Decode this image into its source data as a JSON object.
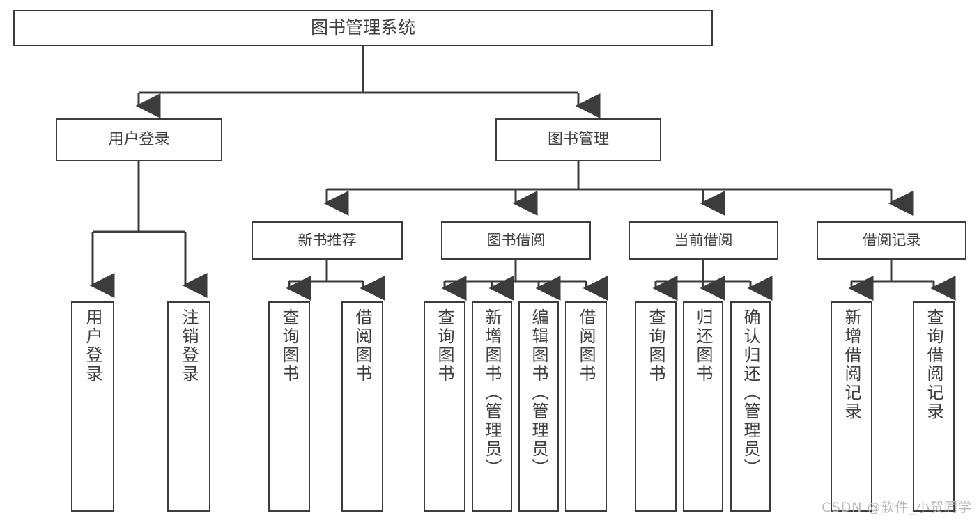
{
  "diagram": {
    "type": "tree-hierarchy",
    "title": "图书管理系统",
    "orientation": "top-down",
    "colors": {
      "box_border": "#3c3c3c",
      "box_fill": "#ffffff",
      "text": "#3f3f3f",
      "connector": "#3c3c3c",
      "watermark": "#b9b9b9",
      "background": "#ffffff"
    }
  },
  "root": {
    "label": "图书管理系统"
  },
  "level2": [
    {
      "label": "用户登录"
    },
    {
      "label": "图书管理"
    }
  ],
  "level3": [
    {
      "label": "新书推荐"
    },
    {
      "label": "图书借阅"
    },
    {
      "label": "当前借阅"
    },
    {
      "label": "借阅记录"
    }
  ],
  "leaves": {
    "user_login": [
      {
        "label": "用户登录"
      },
      {
        "label": "注销登录"
      }
    ],
    "new_book": [
      {
        "label": "查询图书"
      },
      {
        "label": "借阅图书"
      }
    ],
    "book_borrow": [
      {
        "label": "查询图书"
      },
      {
        "label": "新增图书（管理员）"
      },
      {
        "label": "编辑图书（管理员）"
      },
      {
        "label": "借阅图书"
      }
    ],
    "current_borrow": [
      {
        "label": "查询图书"
      },
      {
        "label": "归还图书"
      },
      {
        "label": "确认归还（管理员）"
      }
    ],
    "borrow_record": [
      {
        "label": "新增借阅记录"
      },
      {
        "label": "查询借阅记录"
      }
    ]
  },
  "watermark": {
    "text": "CSDN @软件_小贺同学"
  }
}
